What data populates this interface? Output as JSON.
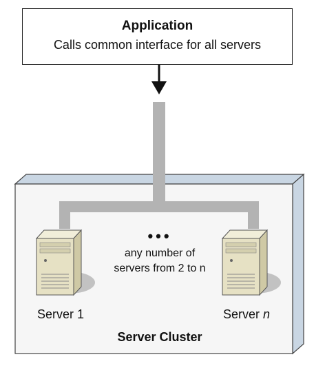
{
  "application": {
    "title": "Application",
    "subtitle": "Calls common interface for all servers"
  },
  "cluster": {
    "title": "Server Cluster",
    "annotation_dots": "•••",
    "annotation_line1": "any number of",
    "annotation_line2": "servers from 2 to n"
  },
  "servers": [
    {
      "label": "Server 1",
      "label_prefix": "Server",
      "label_suffix": "1"
    },
    {
      "label": "Server n",
      "label_prefix": "Server",
      "label_suffix": "n"
    }
  ],
  "colors": {
    "connector": "#b3b3b3",
    "cluster_fill": "#f4f4f4",
    "cluster_side": "#c9d6e3",
    "server_body": "#e9e5cc",
    "server_front": "#d9d4b4",
    "shadow": "#bdbdbd"
  },
  "icons": [
    "arrow-down-icon",
    "server-icon",
    "ellipsis-icon"
  ]
}
